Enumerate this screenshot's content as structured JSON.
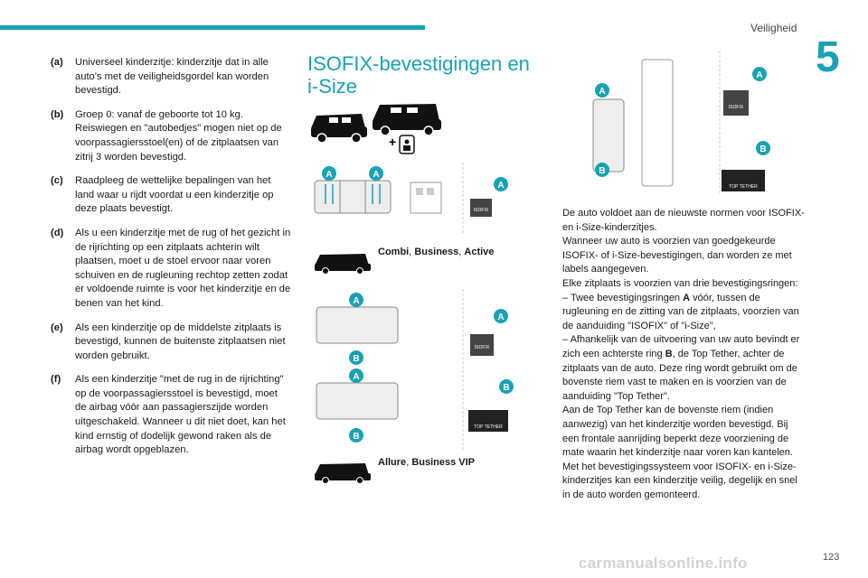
{
  "header": {
    "section": "Veiligheid",
    "chapter": "5",
    "accent": "#19a2b5"
  },
  "definitions": [
    {
      "letter": "(a)",
      "text": "Universeel kinderzitje: kinderzitje dat in alle auto's met de veiligheidsgordel kan worden bevestigd."
    },
    {
      "letter": "(b)",
      "text": "Groep 0: vanaf de geboorte tot 10 kg. Reiswiegen en \"autobedjes\" mogen niet op de voorpassagiersstoel(en) of de zitplaatsen van zitrij 3 worden bevestigd."
    },
    {
      "letter": "(c)",
      "text": "Raadpleeg de wettelijke bepalingen van het land waar u rijdt voordat u een kinderzitje op deze plaats bevestigt."
    },
    {
      "letter": "(d)",
      "text": "Als u een kinderzitje met de rug of het gezicht in de rijrichting op een zitplaats achterin wilt plaatsen, moet u de stoel ervoor naar voren schuiven en de rugleuning rechtop zetten zodat er voldoende ruimte is voor het kinderzitje en de benen van het kind."
    },
    {
      "letter": "(e)",
      "text": "Als een kinderzitje op de middelste zitplaats is bevestigd, kunnen de buitenste zitplaatsen niet worden gebruikt."
    },
    {
      "letter": "(f)",
      "text": "Als een kinderzitje \"met de rug in de rijrichting\" op de voorpassagiersstoel is bevestigd, moet de airbag vóór aan passagierszijde worden uitgeschakeld. Wanneer u dit niet doet, kan het kind ernstig of dodelijk gewond raken als de airbag wordt opgeblazen."
    }
  ],
  "section_title": "ISOFIX-bevestigingen en i-Size",
  "figure_labels": {
    "a": "A",
    "b": "B",
    "isofix": "ISOFIX",
    "top_tether": "TOP TETHER"
  },
  "captions": {
    "combi": {
      "p1": "Combi",
      "s1": ", ",
      "p2": "Business",
      "s2": ", ",
      "p3": "Active"
    },
    "allure": {
      "p1": "Allure",
      "s1": ", ",
      "p2": "Business VIP"
    }
  },
  "body": {
    "p1": "De auto voldoet aan de nieuwste normen voor ISOFIX- en i-Size-kinderzitjes.",
    "p2": "Wanneer uw auto is voorzien van goedgekeurde ISOFIX- of i-Size-bevestigingen, dan worden ze met labels aangegeven.",
    "p3": "Elke zitplaats is voorzien van drie bevestigingsringen:",
    "bullet1_pre": "– Twee bevestigingsringen ",
    "bullet1_bold": "A",
    "bullet1_post": " vóór, tussen de rugleuning en de zitting van de zitplaats, voorzien van de aanduiding \"ISOFIX\" of \"i-Size\",",
    "bullet2_pre": "– Afhankelijk van de uitvoering van uw auto bevindt er zich een achterste ring ",
    "bullet2_bold": "B",
    "bullet2_post": ", de Top Tether, achter de zitplaats van de auto. Deze ring wordt gebruikt om de bovenste riem vast te maken en is voorzien van de aanduiding \"Top Tether\".",
    "p4": "Aan de Top Tether kan de bovenste riem (indien aanwezig) van het kinderzitje worden bevestigd. Bij een frontale aanrijding beperkt deze voorziening de mate waarin het kinderzitje naar voren kan kantelen.",
    "p5": "Met het bevestigingssysteem voor ISOFIX- en i-Size-kinderzitjes kan een kinderzitje veilig, degelijk en snel in de auto worden gemonteerd."
  },
  "page_number": "123",
  "watermark": "carmanualsonline.info"
}
